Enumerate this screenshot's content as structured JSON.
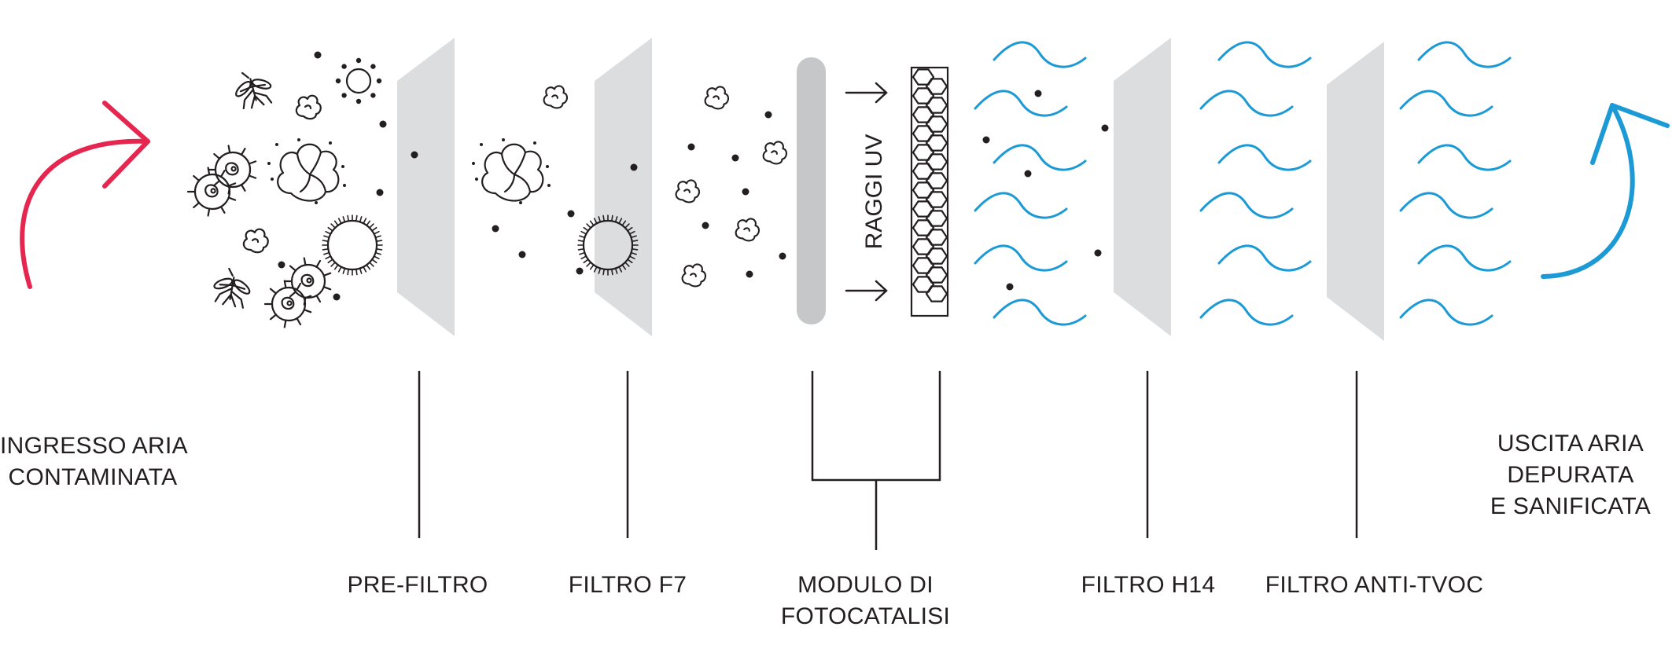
{
  "colors": {
    "inlet_arrow": "#e5274f",
    "outlet_arrow": "#1b9ad6",
    "waves": "#1b9ad6",
    "filter_panel": "#dcdddf",
    "uv_lamp": "#c6c7c9",
    "ink": "#231f20"
  },
  "inlet": {
    "icon": "curved-arrow-icon",
    "line1": "INGRESSO ARIA",
    "line2": "CONTAMINATA"
  },
  "outlet": {
    "icon": "curved-arrow-icon",
    "line1": "USCITA ARIA",
    "line2": "DEPURATA",
    "line3": "E SANIFICATA"
  },
  "uv_label": "RAGGI UV",
  "stages": [
    {
      "line1": "PRE-FILTRO"
    },
    {
      "line1": "FILTRO F7"
    },
    {
      "line1": "MODULO DI",
      "line2": "FOTOCATALISI"
    },
    {
      "line1": "FILTRO H14"
    },
    {
      "line1": "FILTRO ANTI-TVOC"
    }
  ],
  "icons": [
    "mosquito-icon",
    "bacteria-icon",
    "virus-icon",
    "dust-cloud-icon",
    "pollen-icon",
    "particle-dot-icon",
    "honeycomb-catalyst-icon",
    "uv-lamp-icon",
    "air-wave-icon"
  ]
}
